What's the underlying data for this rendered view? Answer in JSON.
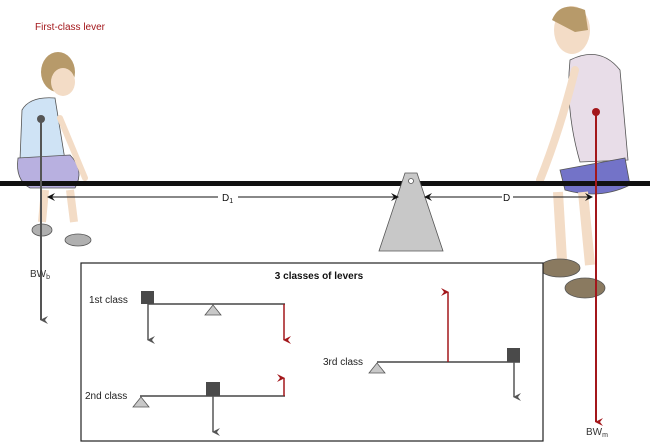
{
  "title": "First-class lever",
  "labels": {
    "d1": "D",
    "d1_sub": "1",
    "d": "D",
    "bw_b": "BW",
    "bw_b_sub": "b",
    "bw_m": "BW",
    "bw_m_sub": "m"
  },
  "inset": {
    "title": "3 classes of levers",
    "first": "1st class",
    "second": "2nd class",
    "third": "3rd class"
  },
  "colors": {
    "accent_red": "#a3171b",
    "gray_arrow": "#555555",
    "fulcrum": "#c8c8c8",
    "beam": "#111111"
  }
}
